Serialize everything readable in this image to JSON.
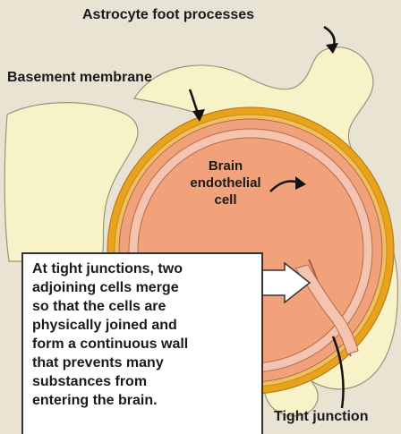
{
  "labels": {
    "astrocyte": "Astrocyte foot processes",
    "basement": "Basement membrane",
    "endothelial": [
      "Brain",
      "endothelial",
      "cell"
    ],
    "tight_junction": "Tight junction"
  },
  "callout": {
    "lines": [
      "At tight junctions, two",
      "adjoining cells merge",
      "so that the cells are",
      "physically joined and",
      "form a continuous wall",
      "that prevents many",
      "substances from",
      "entering the brain."
    ]
  },
  "colors": {
    "background": "#e8e3d3",
    "astrocyte": "#f8f2c8",
    "basement_membrane": "#e8a21c",
    "endothelial": "#f2a27a",
    "lumen_ring": "#f6c3b0",
    "callout_bg": "#ffffff"
  }
}
